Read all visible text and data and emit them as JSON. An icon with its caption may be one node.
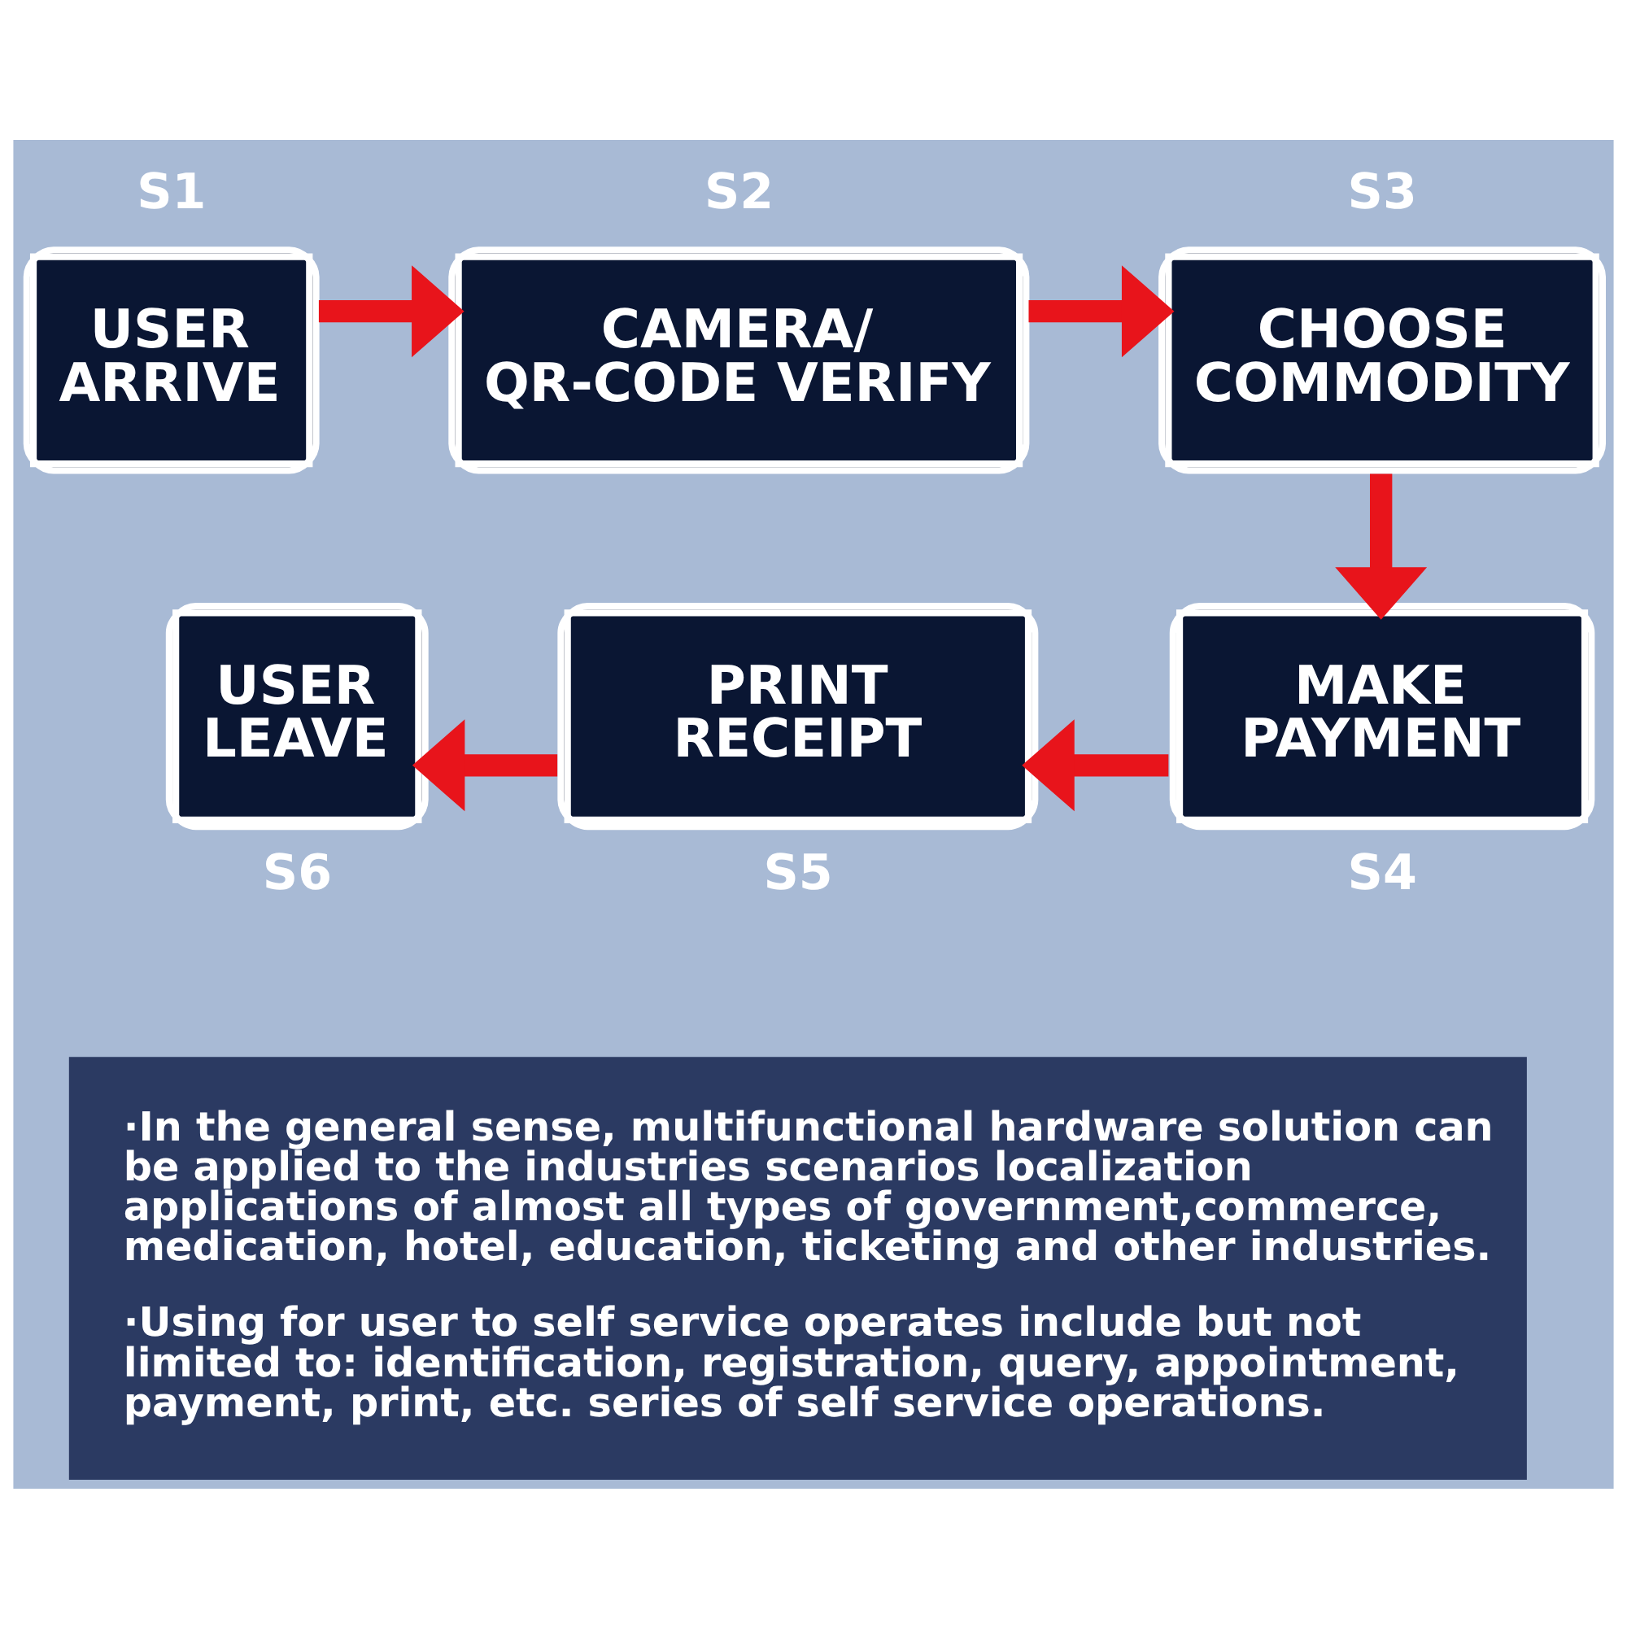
{
  "diagram": {
    "nodes": [
      {
        "text": [
          "USER ARRIVE"
        ],
        "beside": [
          "S1"
        ]
      },
      {
        "text": [
          "CAMERA/ QR-CODE VERIFY"
        ],
        "beside": [
          "S2"
        ]
      },
      {
        "text": [
          "CHOOSE COMMODITY"
        ],
        "beside": [
          "S3"
        ]
      },
      {
        "text": [
          "MAKE PAYMENT"
        ],
        "beside": [
          "S4"
        ]
      },
      {
        "text": [
          "PRINT RECEIPT"
        ],
        "beside": [
          "S5"
        ]
      },
      {
        "text": [
          "USER LEAVE"
        ],
        "beside": [
          "S6"
        ]
      },
      {
        "text": [
          "·In the general sense, multifunctional hardware solution can be applied to the industries scenarios localization applications of almost all types of government,commerce, medication, hotel, education, ticketing and other industries.",
          "·Using for user to self service operates include but not limited to: identification, registration, query, appointment, payment, print, etc. series of self service operations."
        ]
      }
    ],
    "edges": [
      {
        "from": 0,
        "to": 1,
        "arrow": "to"
      },
      {
        "from": 1,
        "to": 2,
        "arrow": "to"
      },
      {
        "from": 2,
        "to": 3,
        "arrow": "to"
      },
      {
        "from": 3,
        "to": 4,
        "arrow": "to"
      },
      {
        "from": 4,
        "to": 5,
        "arrow": "to"
      }
    ]
  }
}
